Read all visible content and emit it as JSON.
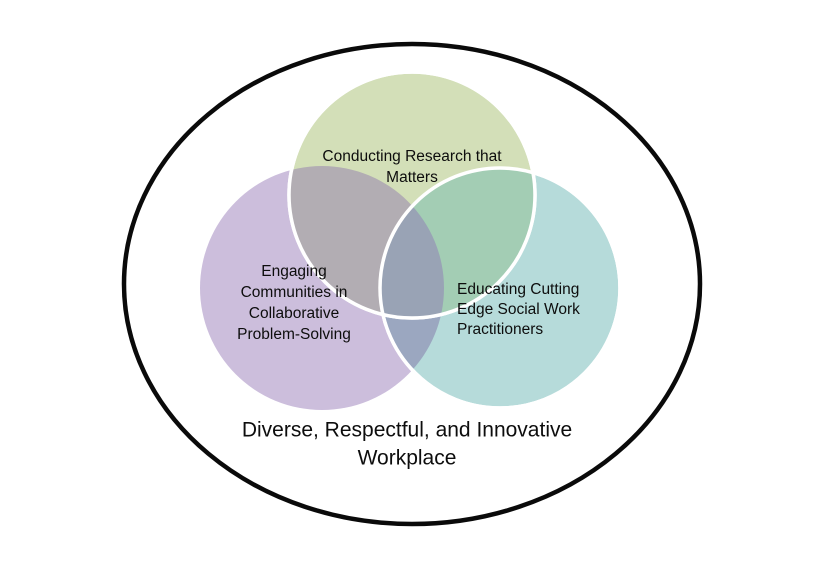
{
  "diagram": {
    "type": "venn-3-circle",
    "title_caption": "Diverse, Respectful, and Innovative Workplace",
    "caption_lines": [
      "Diverse, Respectful, and Innovative",
      "Workplace"
    ],
    "outer_container_label": "Diverse, Respectful, and Innovative Workplace",
    "background_color": "#ffffff",
    "outline_color": "#0a0a0a"
  },
  "circles": {
    "top": {
      "name": "Conducting Research that Matters",
      "lines": [
        "Conducting Research that",
        "Matters"
      ],
      "fill": "#D3DFB8",
      "stroke": "#ffffff",
      "text_align": "center"
    },
    "left": {
      "name": "Engaging Communities in Collaborative Problem-Solving",
      "lines": [
        "Engaging",
        "Communities in",
        "Collaborative",
        "Problem-Solving"
      ],
      "fill": "#CCBEDC",
      "stroke": "#ffffff",
      "text_align": "center"
    },
    "right": {
      "name": "Educating Cutting Edge Social Work Practitioners",
      "lines": [
        "Educating Cutting",
        "Edge Social Work",
        "Practitioners"
      ],
      "fill": "#B6DBDA",
      "stroke": "#ffffff",
      "text_align": "left"
    }
  },
  "overlaps": {
    "top_left": "#B2ADB3",
    "top_right": "#A3CDB4",
    "left_right": "#9BA7C0",
    "center": "#99A3B5"
  }
}
